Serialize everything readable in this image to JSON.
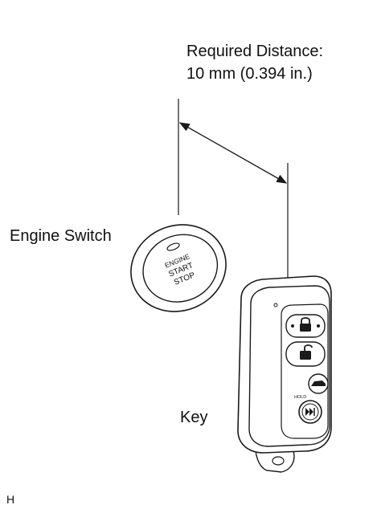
{
  "labels": {
    "required_distance": "Required Distance:",
    "distance_value": "10 mm (0.394 in.)",
    "engine_switch": "Engine Switch",
    "key": "Key",
    "figure_code": "H"
  },
  "switch_text": {
    "line1": "ENGINE",
    "line2": "START",
    "line3": "STOP"
  },
  "key_text": {
    "hold": "HOLD"
  },
  "colors": {
    "line": "#1a1a1a",
    "fill": "#ffffff"
  }
}
